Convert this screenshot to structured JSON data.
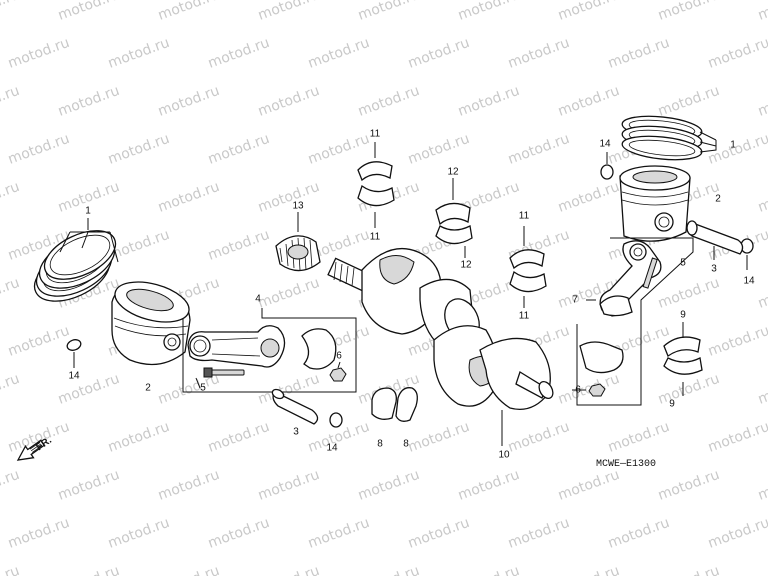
{
  "watermark": "motod.ru",
  "diagram_code": "MCWE—E1300",
  "direction_label": "FR.",
  "callouts": {
    "c1_left": "1",
    "c1_right": "1",
    "c2_left": "2",
    "c2_right": "2",
    "c3_left": "3",
    "c3_right": "3",
    "c4": "4",
    "c5_left": "5",
    "c5_right": "5",
    "c6_left": "6",
    "c6_right": "6",
    "c7": "7",
    "c8_a": "8",
    "c8_b": "8",
    "c9_top": "9",
    "c9_bottom": "9",
    "c10": "10",
    "c11_a": "11",
    "c11_b": "11",
    "c11_c": "11",
    "c11_d": "11",
    "c12_a": "12",
    "c12_b": "12",
    "c13": "13",
    "c14_a": "14",
    "c14_b": "14",
    "c14_c": "14",
    "c14_d": "14"
  }
}
